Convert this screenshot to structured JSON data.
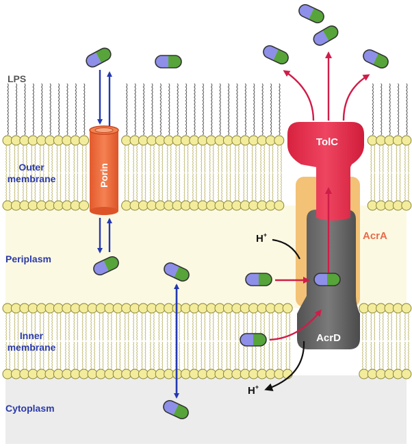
{
  "labels": {
    "lps": "LPS",
    "outer_membrane_line1": "Outer",
    "outer_membrane_line2": "membrane",
    "periplasm": "Periplasm",
    "inner_membrane_line1": "Inner",
    "inner_membrane_line2": "membrane",
    "cytoplasm": "Cytoplasm",
    "porin": "Porin",
    "tolc": "TolC",
    "acra": "AcrA",
    "acrd": "AcrD",
    "proton_top": "H",
    "proton_bottom": "H",
    "proton_superscript": "+"
  },
  "colors": {
    "lipid_head": "#f2ec9c",
    "lipid_outline": "#8a8436",
    "periplasm_bg": "#fcf9e3",
    "cytoplasm_bg": "#ececec",
    "porin": "#ee6a3a",
    "tolc": "#e42e4d",
    "acra": "#f3c276",
    "acrd": "#6a6a6a",
    "drug_blue": "#8d8fe8",
    "drug_green": "#57a43a",
    "arrow_blue": "#2338b0",
    "arrow_red": "#d01c48",
    "arrow_black": "#111111"
  }
}
